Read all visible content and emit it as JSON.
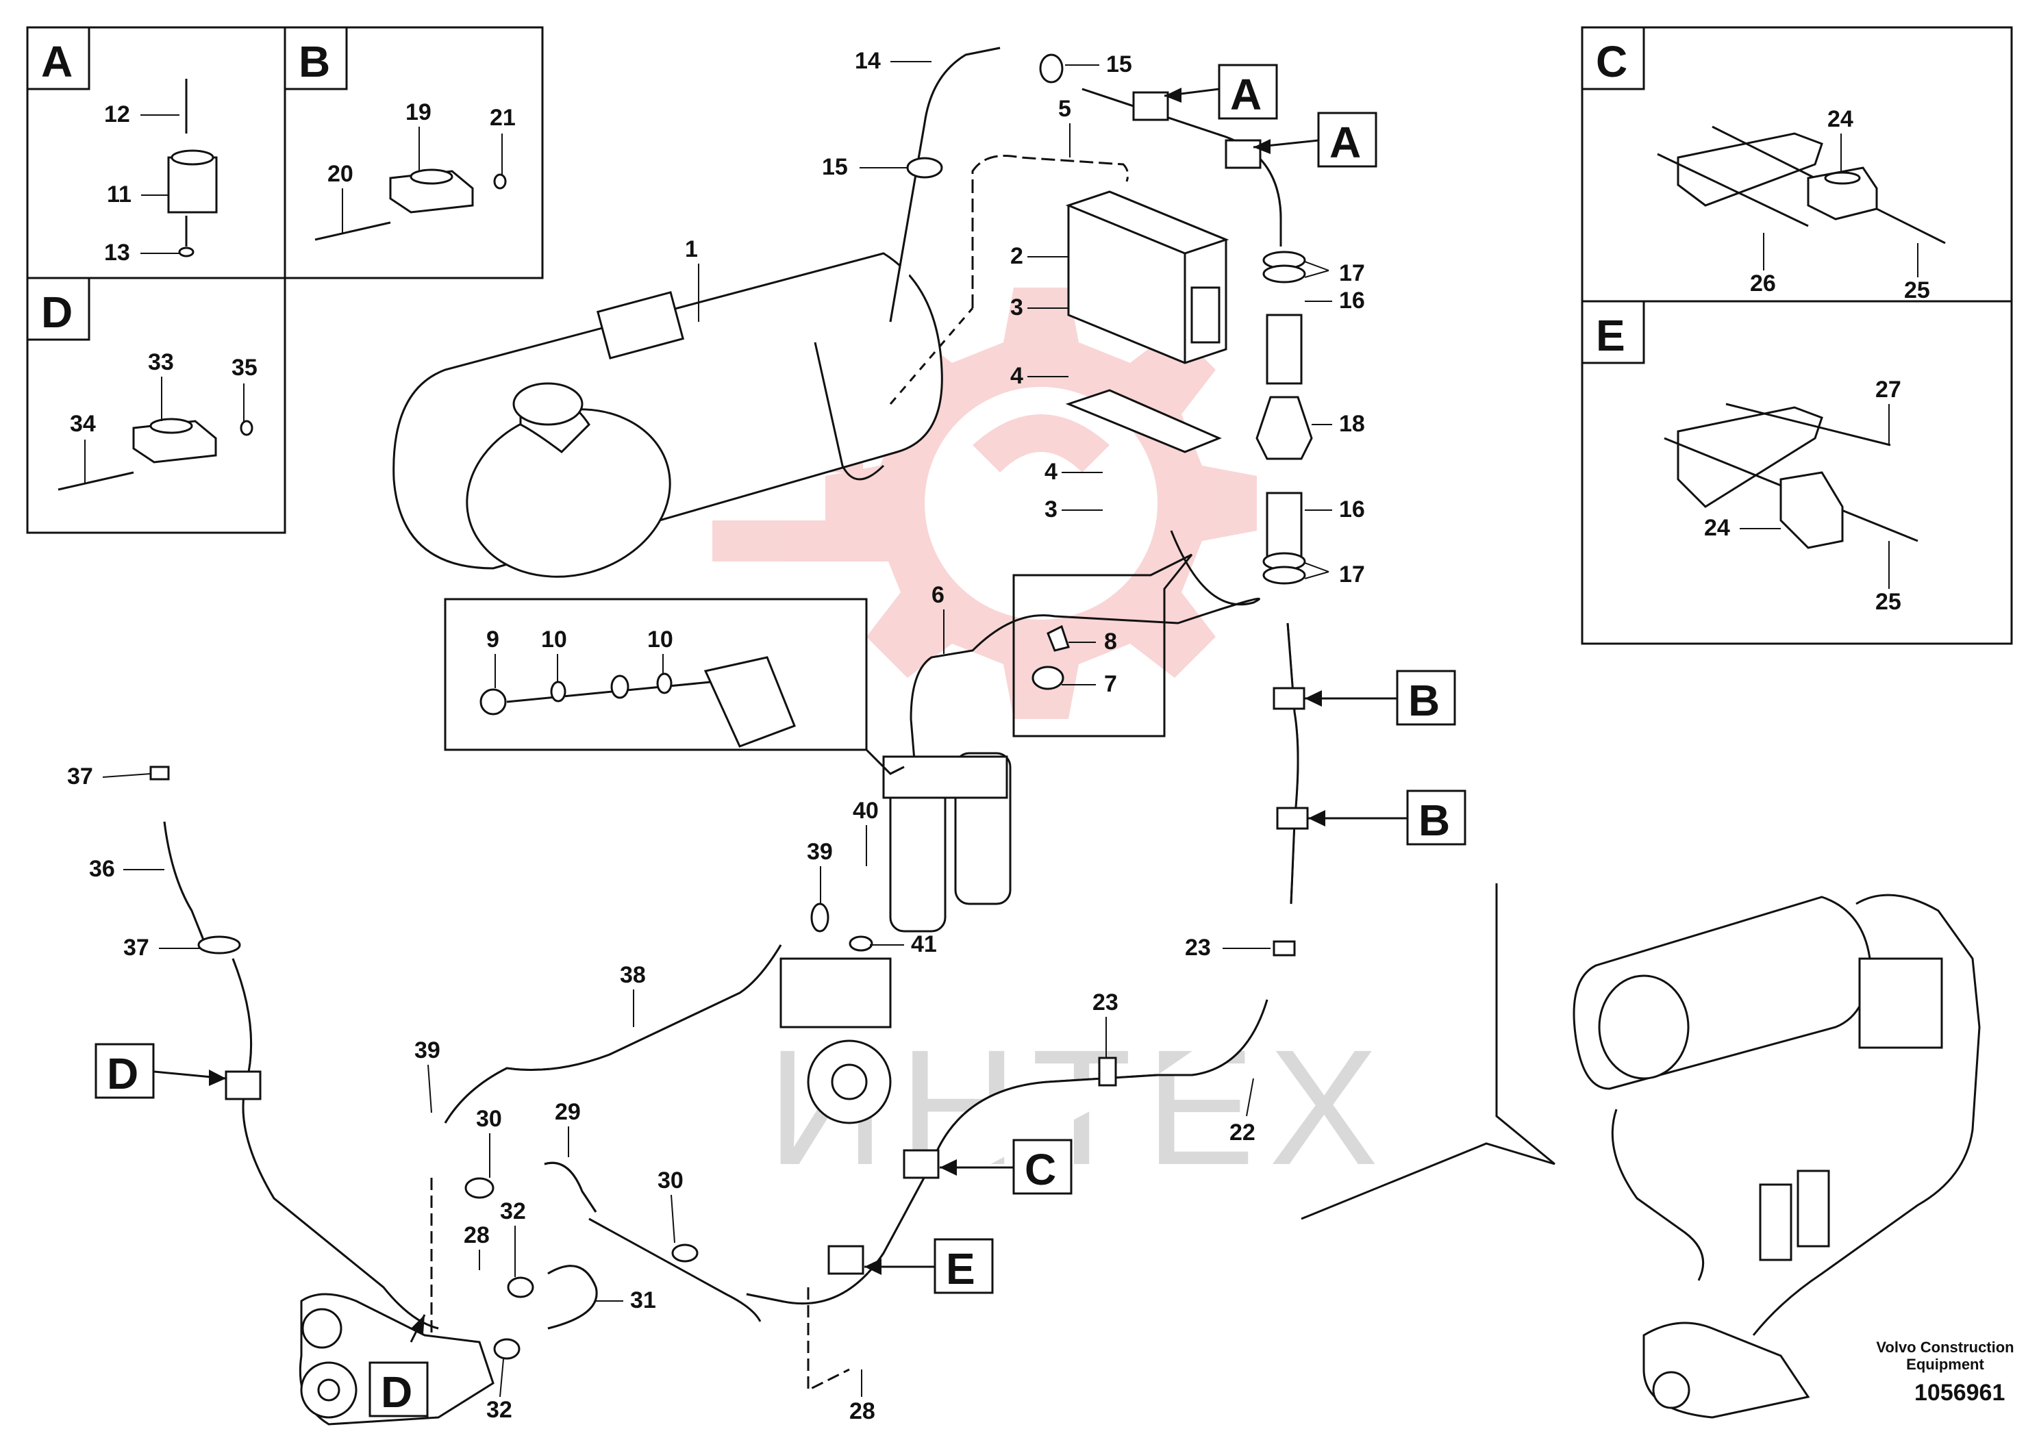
{
  "detail_boxes": {
    "A": {
      "letter": "A",
      "labels": [
        "12",
        "11",
        "13"
      ]
    },
    "B": {
      "letter": "B",
      "labels": [
        "19",
        "21",
        "20"
      ]
    },
    "C": {
      "letter": "C",
      "labels": [
        "24",
        "26",
        "25"
      ]
    },
    "D": {
      "letter": "D",
      "labels": [
        "33",
        "35",
        "34"
      ]
    },
    "E": {
      "letter": "E",
      "labels": [
        "27",
        "24",
        "25"
      ]
    }
  },
  "callouts": {
    "A1": "A",
    "A2": "A",
    "B1": "B",
    "B2": "B",
    "C": "C",
    "D1": "D",
    "D2": "D",
    "E": "E"
  },
  "labels": {
    "n1": "1",
    "n2": "2",
    "n3a": "3",
    "n3b": "3",
    "n4a": "4",
    "n4b": "4",
    "n5": "5",
    "n6": "6",
    "n7": "7",
    "n8": "8",
    "n9": "9",
    "n10a": "10",
    "n10b": "10",
    "n14": "14",
    "n15a": "15",
    "n15b": "15",
    "n16a": "16",
    "n16b": "16",
    "n17a": "17",
    "n17b": "17",
    "n18": "18",
    "n22": "22",
    "n23a": "23",
    "n23b": "23",
    "n28a": "28",
    "n28b": "28",
    "n29": "29",
    "n30a": "30",
    "n30b": "30",
    "n31": "31",
    "n32a": "32",
    "n32b": "32",
    "n36": "36",
    "n37a": "37",
    "n37b": "37",
    "n38": "38",
    "n39a": "39",
    "n39b": "39",
    "n40": "40",
    "n41": "41"
  },
  "footer": {
    "brand_line1": "Volvo Construction",
    "brand_line2": "Equipment",
    "doc_code": "1056961"
  },
  "watermark": "ИНТЕХ",
  "colors": {
    "watermark_red": "#f2a3a3",
    "watermark_gray": "#d9d9d9",
    "ink": "#111111"
  }
}
